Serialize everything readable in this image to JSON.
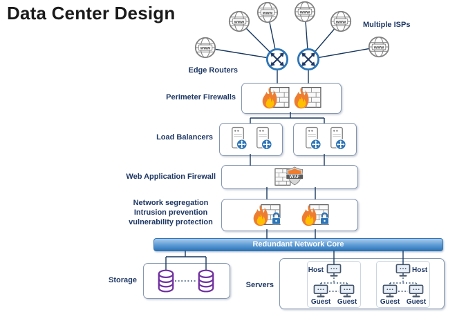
{
  "title": "Data Center Design",
  "diagram": {
    "isp": {
      "label": "Multiple ISPs",
      "globe_text": "www",
      "globe_count": 6
    },
    "edge_routers": {
      "label": "Edge Routers",
      "router_count": 2
    },
    "perimeter_firewalls": {
      "label": "Perimeter Firewalls",
      "firewall_count": 2
    },
    "load_balancers": {
      "label": "Load Balancers",
      "group_count": 2,
      "per_group": 2
    },
    "waf": {
      "label": "Web Application Firewall",
      "badge": "WAF"
    },
    "segregation": {
      "lines": [
        "Network segregation",
        "Intrusion prevention",
        "vulnerability protection"
      ],
      "firewall_count": 2
    },
    "core": {
      "label": "Redundant Network Core"
    },
    "storage": {
      "label": "Storage",
      "database_count": 2
    },
    "servers": {
      "label": "Servers",
      "host_label": "Host",
      "guest_label": "Guest",
      "host_count": 2,
      "guests_per_host": 2
    }
  },
  "colors": {
    "label_text": "#1F3864",
    "connector": "#17375E",
    "router_ring": "#2E75B6",
    "firewall_flame": "#ED7D31",
    "flame_inner": "#FFC000",
    "waf_banner": "#595959",
    "lock": "#2E75B6",
    "database": "#7030A0",
    "core_bar_light": "#AACBEA",
    "core_bar_dark": "#2E75B6",
    "globe": "#7F7F7F",
    "box_border": "#8496B0"
  }
}
